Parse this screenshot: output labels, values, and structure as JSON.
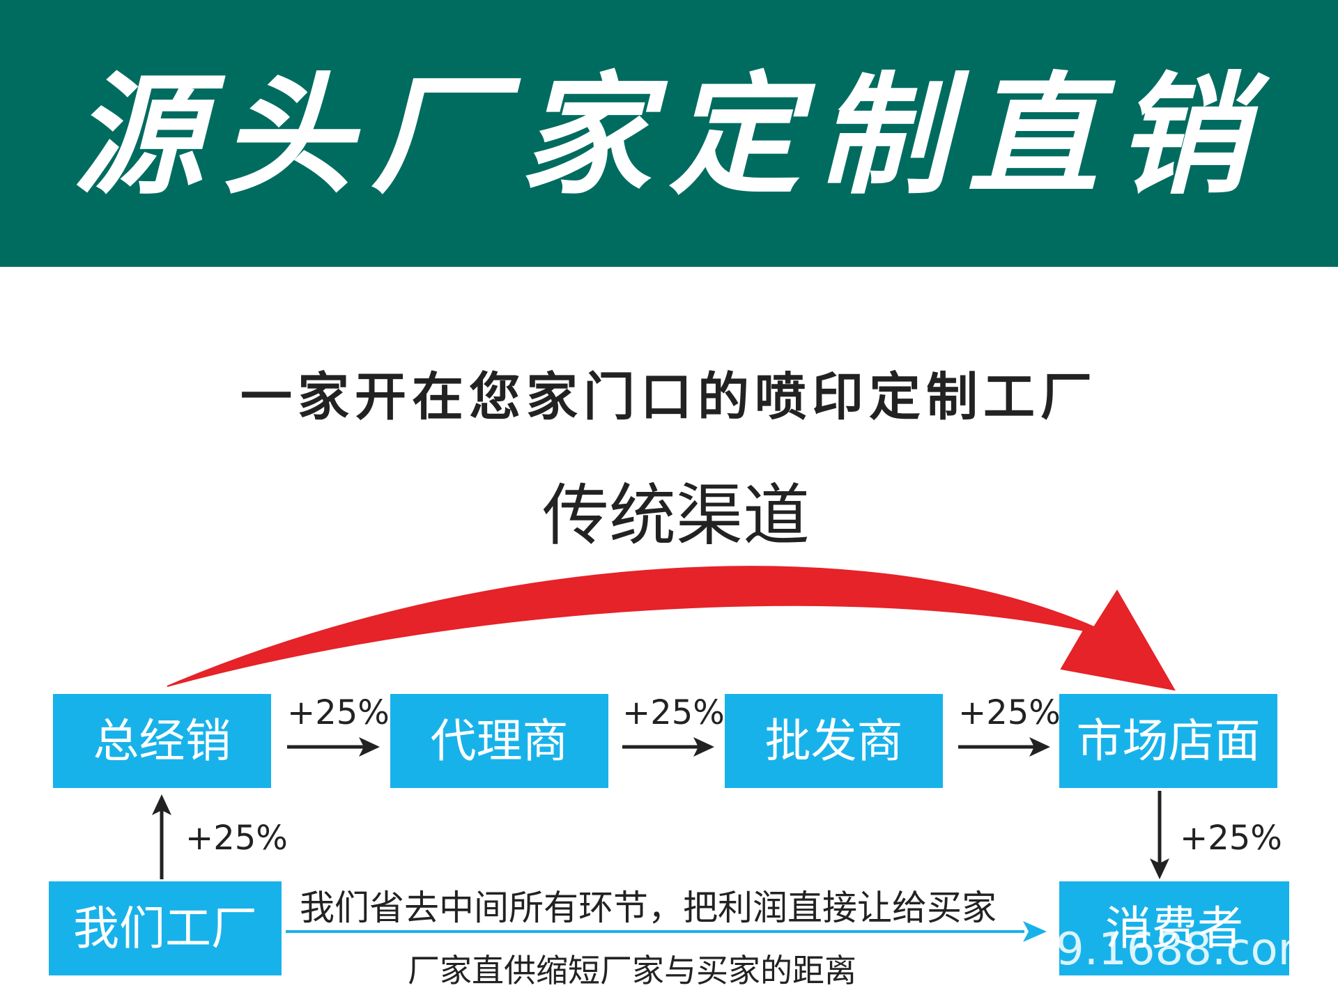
{
  "banner": {
    "title": "源头厂家定制直销",
    "background_color": "#006c60"
  },
  "subtitle": "一家开在您家门口的喷印定制工厂",
  "traditional_channel": {
    "title": "传统渠道",
    "arrow_color": "#e52329"
  },
  "nodes": {
    "general_distributor": "总经销",
    "agent": "代理商",
    "wholesaler": "批发商",
    "market_store": "市场店面",
    "our_factory": "我们工厂",
    "consumer": "消费者"
  },
  "markups": {
    "factory_to_distributor": "+25%",
    "distributor_to_agent": "+25%",
    "agent_to_wholesaler": "+25%",
    "wholesaler_to_store": "+25%",
    "store_to_consumer": "+25%"
  },
  "direct_channel": {
    "line_1": "我们省去中间所有环节，把利润直接让给买家",
    "line_2": "厂家直供缩短厂家与买家的距离",
    "arrow_color": "#18b2ea"
  },
  "colors": {
    "box": "#18b2ea",
    "box_text": "#ffffff",
    "text": "#222222"
  },
  "watermark": "9.1688.com"
}
